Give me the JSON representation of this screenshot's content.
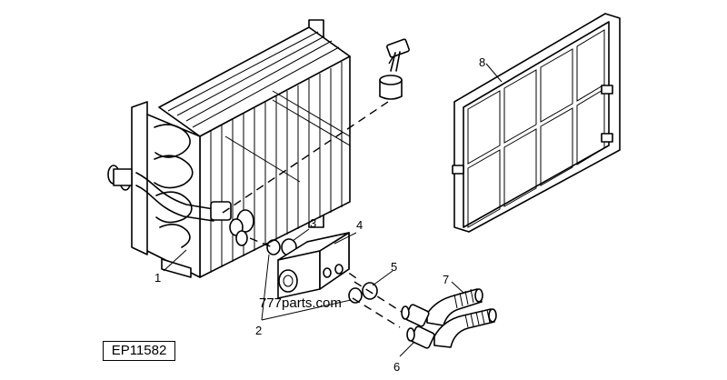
{
  "figure": {
    "reference_code": "EP11582",
    "watermark": "777parts.com",
    "callouts": [
      "1",
      "2",
      "3",
      "4",
      "5",
      "6",
      "7",
      "8"
    ]
  }
}
